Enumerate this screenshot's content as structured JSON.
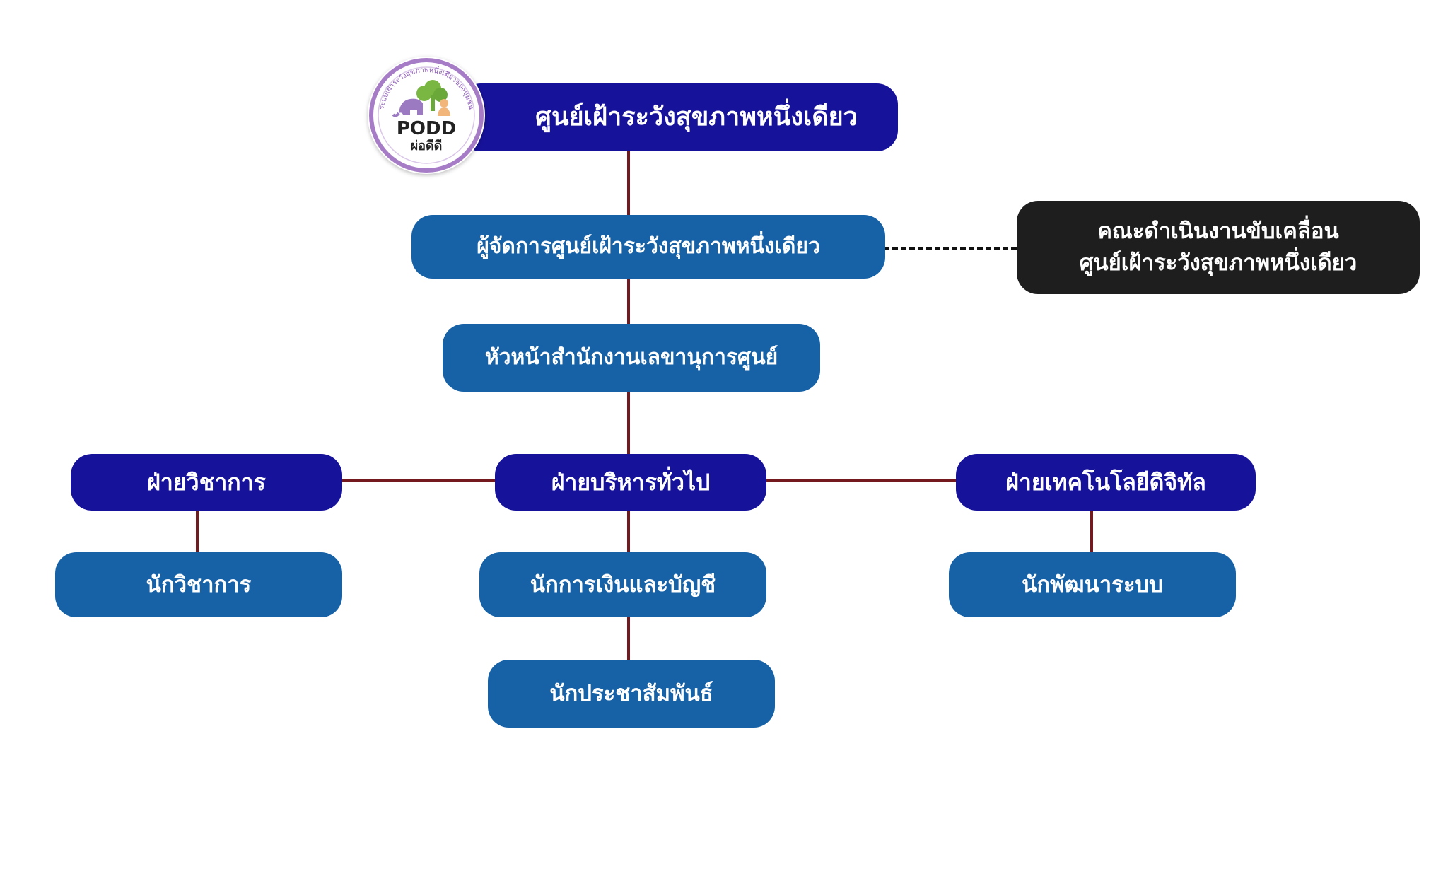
{
  "chart": {
    "top": "ศูนย์เฝ้าระวังสุขภาพหนึ่งเดียว",
    "manager": "ผู้จัดการศูนย์เฝ้าระวังสุขภาพหนึ่งเดียว",
    "committee_line1": "คณะดำเนินงานขับเคลื่อน",
    "committee_line2": "ศูนย์เฝ้าระวังสุขภาพหนึ่งเดียว",
    "secretariat": "หัวหน้าสำนักงานเลขานุการศูนย์",
    "dept_academic": "ฝ่ายวิชาการ",
    "dept_general": "ฝ่ายบริหารทั่วไป",
    "dept_digital": "ฝ่ายเทคโนโลยีดิจิทัล",
    "academic_staff": "นักวิชาการ",
    "finance_staff": "นักการเงินและบัญชี",
    "pr_staff": "นักประชาสัมพันธ์",
    "developer_staff": "นักพัฒนาระบบ"
  },
  "logo": {
    "name": "PODD",
    "subtitle": "ผ่อดีดี",
    "ring_text": "ระบบเฝ้าระวังสุขภาพหนึ่งเดียวของชุมชน"
  },
  "colors": {
    "navy": "#17129a",
    "blue": "#1762a6",
    "dark": "#1e1e1e",
    "connector": "#741a1f"
  }
}
